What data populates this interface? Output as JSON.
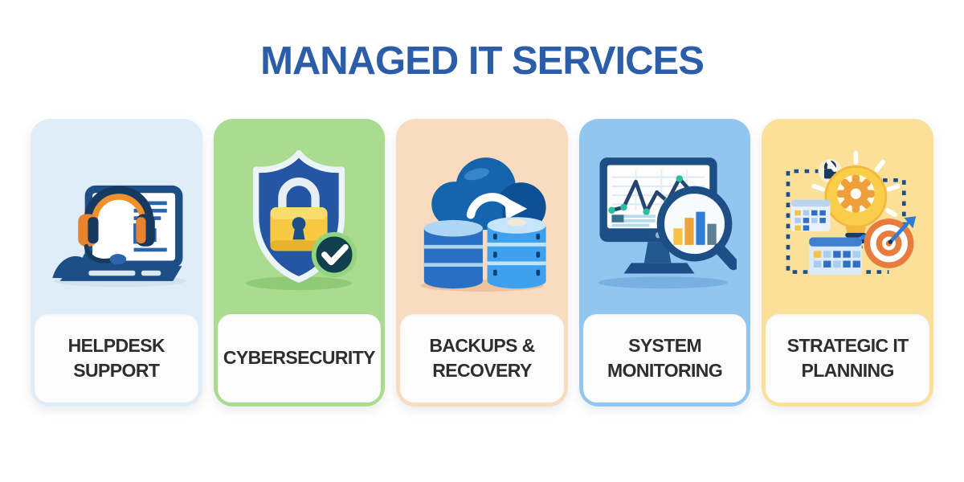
{
  "header": {
    "title": "MANAGED IT SERVICES",
    "title_color": "#2b5da8"
  },
  "cards": [
    {
      "label": "HELPDESK SUPPORT",
      "icon": "headset-laptop-icon",
      "bg": "#dfedf8"
    },
    {
      "label": "CYBERSECURITY",
      "icon": "shield-lock-check-icon",
      "bg": "#a9dc8e"
    },
    {
      "label": "BACKUPS & RECOVERY",
      "icon": "cloud-database-sync-icon",
      "bg": "#f9dcc0"
    },
    {
      "label": "SYSTEM MONITORING",
      "icon": "monitor-analytics-magnifier-icon",
      "bg": "#90c6f0"
    },
    {
      "label": "STRATEGIC IT PLANNING",
      "icon": "lightbulb-gear-plan-target-icon",
      "bg": "#fae099"
    }
  ],
  "palette": {
    "navy": "#1d4e86",
    "dark_navy": "#16395f",
    "orange": "#e8832f",
    "gold": "#f8ca43",
    "teal_dot": "#2abf9e",
    "check_badge": "#123f4c",
    "check_ring": "#93d47e",
    "target_orange": "#e87c3c",
    "dart_blue": "#2f7cd6"
  }
}
